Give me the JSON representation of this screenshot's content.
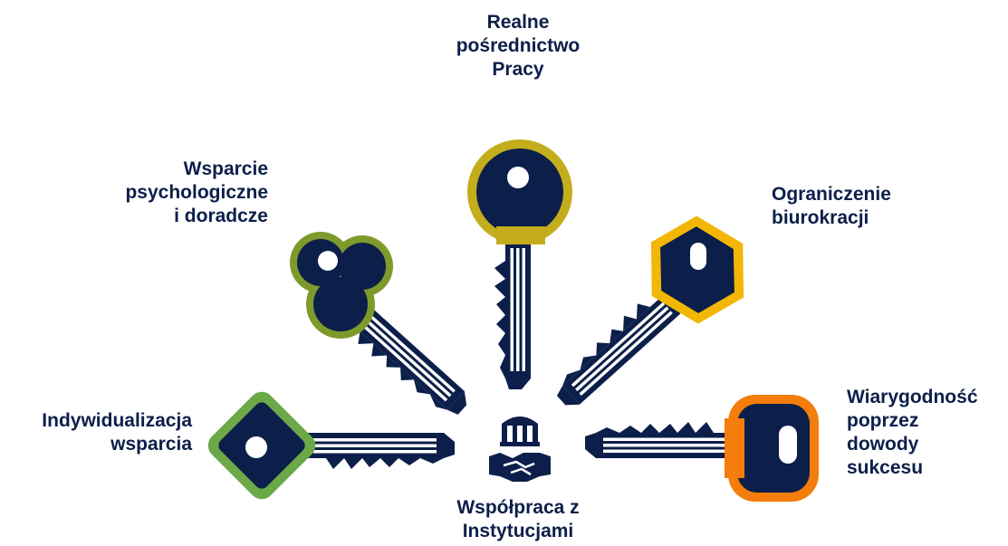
{
  "colors": {
    "navy": "#0c1f4a",
    "green": "#6ba847",
    "olive": "#7f9a2c",
    "mustard": "#c4ad1c",
    "amber": "#f2b705",
    "orange": "#f47d0b",
    "white": "#ffffff"
  },
  "labels": {
    "top": [
      "Realne",
      "pośrednictwo",
      "Pracy"
    ],
    "upper_left": [
      "Wsparcie",
      "psychologiczne",
      "i doradcze"
    ],
    "upper_right": [
      "Ograniczenie",
      "biurokracji"
    ],
    "left": [
      "Indywidualizacja",
      "wsparcia"
    ],
    "right": [
      "Wiarygodność",
      "poprzez",
      "dowody",
      "sukcesu"
    ],
    "bottom": [
      "Współpraca z",
      "Instytucjami"
    ]
  },
  "icons": {
    "key_top": "key-icon",
    "key_upper_left": "key-icon",
    "key_upper_right": "key-icon",
    "key_left": "key-icon",
    "key_right": "key-icon",
    "center": "institution-handshake-icon"
  }
}
